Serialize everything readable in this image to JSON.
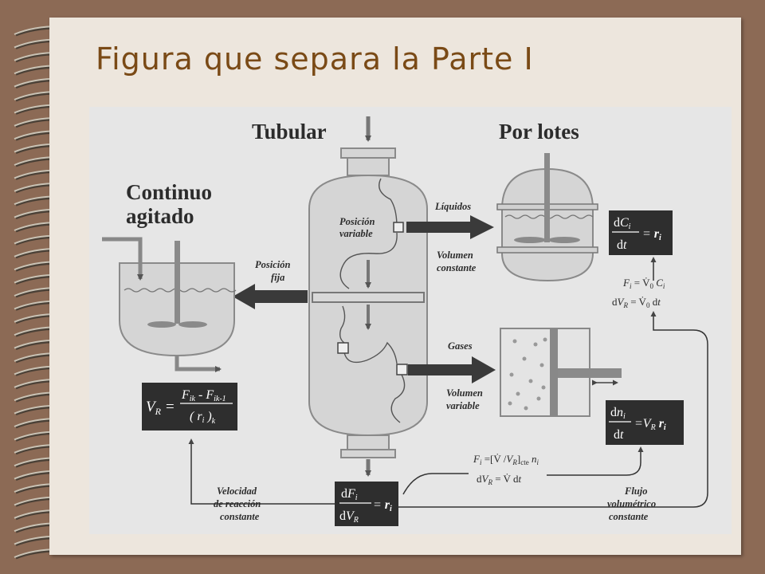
{
  "slide": {
    "title": "Figura que separa la Parte I"
  },
  "diagram": {
    "tubular_title": "Tubular",
    "batch_title": "Por lotes",
    "cstr_title_line1": "Continuo",
    "cstr_title_line2": "agitado",
    "liquids_label": "Líquidos",
    "gases_label": "Gases",
    "volume_const_line1": "Volumen",
    "volume_const_line2": "constante",
    "volume_var_line1": "Volumen",
    "volume_var_line2": "variable",
    "pos_variable_line1": "Posición",
    "pos_variable_line2": "variable",
    "pos_fija_line1": "Posición",
    "pos_fija_line2": "fija",
    "rate_const_line1": "Velocidad",
    "rate_const_line2": "de reacción",
    "rate_const_line3": "constante",
    "flow_const_line1": "Flujo",
    "flow_const_line2": "volumétrico",
    "flow_const_line3": "constante"
  }
}
